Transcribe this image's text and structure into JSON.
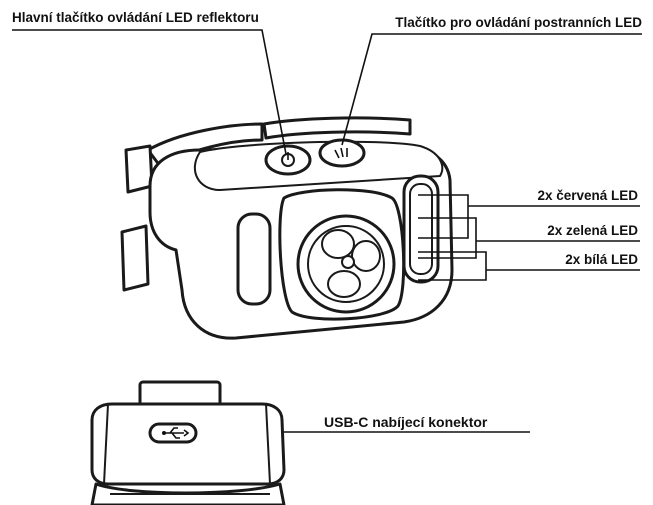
{
  "labels": {
    "main_button": "Hlavní tlačítko ovládání LED reflektoru",
    "side_button": "Tlačítko pro ovládání postranních LED",
    "red_led": "2x červená LED",
    "green_led": "2x zelená LED",
    "white_led": "2x bílá LED",
    "usb_connector": "USB-C nabíjecí konektor"
  }
}
